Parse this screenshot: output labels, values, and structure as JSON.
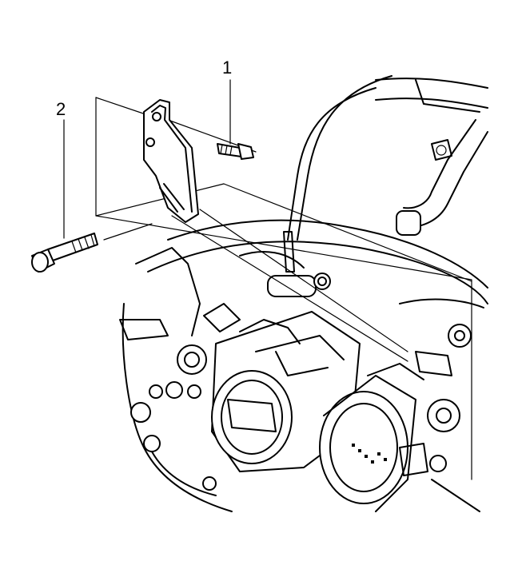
{
  "callouts": [
    {
      "id": "1",
      "label": "1"
    },
    {
      "id": "2",
      "label": "2"
    }
  ],
  "colors": {
    "ink": "#000000",
    "background": "#ffffff"
  }
}
